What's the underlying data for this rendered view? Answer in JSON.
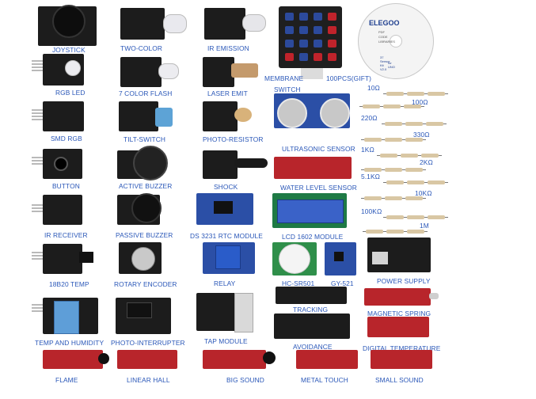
{
  "labels": {
    "joystick": "JOYSTICK",
    "two_color": "TWO-COLOR",
    "ir_emission": "IR EMISSION",
    "membrane_switch_1": "MEMBRANE",
    "membrane_switch_2": "SWITCH",
    "hundred_pcs": "100PCS(GIFT)",
    "rgb_led": "RGB LED",
    "seven_color_flash": "7 COLOR FLASH",
    "laser_emit": "LASER EMIT",
    "smd_rgb": "SMD RGB",
    "tilt_switch": "TILT-SWITCH",
    "photo_resistor": "PHOTO-RESISTOR",
    "ultrasonic_sensor": "ULTRASONIC SENSOR",
    "button": "BUTTON",
    "active_buzzer": "ACTIVE BUZZER",
    "shock": "SHOCK",
    "water_level_sensor": "WATER LEVEL SENSOR",
    "ir_receiver": "IR RECEIVER",
    "passive_buzzer": "PASSIVE BUZZER",
    "ds3231": "DS 3231 RTC MODULE",
    "lcd1602": "LCD 1602 MODULE",
    "temp_18b20": "18B20 TEMP",
    "rotary_encoder": "ROTARY ENCODER",
    "relay": "RELAY",
    "hc_sr501": "HC-SR501",
    "gy521": "GY-521",
    "power_supply": "POWER SUPPLY",
    "tracking": "TRACKING",
    "magnetic_spring": "MAGNETIC SPRING",
    "temp_humidity": "TEMP AND HUMIDITY",
    "photo_interrupter": "PHOTO-INTERRUPTER",
    "tap_module": "TAP MODULE",
    "avoidance": "AVOIDANCE",
    "digital_temperature": "DIGITAL TEMPERATURE",
    "flame": "FLAME",
    "linear_hall": "LINEAR HALL",
    "big_sound": "BIG SOUND",
    "metal_touch": "METAL TOUCH",
    "small_sound": "SMALL SOUND"
  },
  "resistors": {
    "r10": "10Ω",
    "r100": "100Ω",
    "r220": "220Ω",
    "r330": "330Ω",
    "r1k": "1KΩ",
    "r2k": "2KΩ",
    "r5k1": "5.1KΩ",
    "r10k": "10KΩ",
    "r100k": "100KΩ",
    "r1m": "1M"
  },
  "cd": {
    "brand": "ELEGOO",
    "line1": "PDF",
    "line2": "CODE",
    "line3": "LIBRARIES",
    "line4": "37 Sensor Kit V2.0",
    "line5": "for UNO"
  },
  "colors": {
    "label_blue": "#2a57b8",
    "board_black": "#1c1c1c",
    "board_red": "#b8252b",
    "board_blue": "#2b4fa6"
  }
}
